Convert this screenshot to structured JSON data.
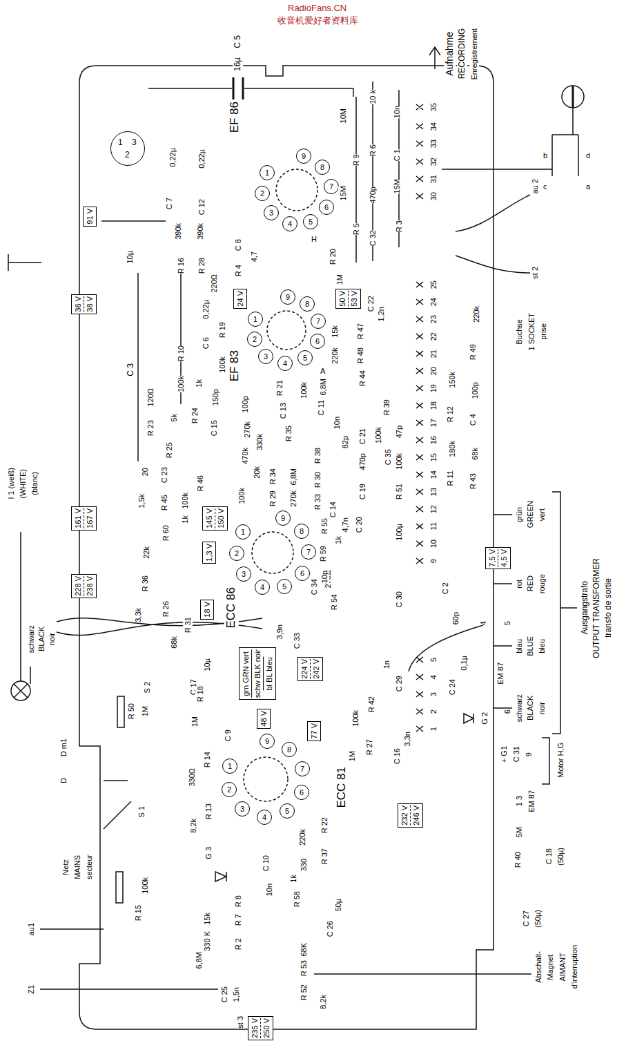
{
  "diagram": {
    "nodes": [
      {
        "text": [
          "91 V"
        ]
      },
      {
        "text": [
          "36 V",
          "38 V"
        ]
      },
      {
        "text": [
          "24 V"
        ]
      },
      {
        "text": [
          "50 V",
          "53 V"
        ]
      },
      {
        "text": [
          "161 V",
          "167 V"
        ]
      },
      {
        "text": [
          "228 V",
          "238 V"
        ]
      },
      {
        "text": [
          "145 V",
          "150 V"
        ]
      },
      {
        "text": [
          "1,3 V"
        ]
      },
      {
        "text": [
          "18 V"
        ]
      },
      {
        "text": [
          "7,5 V",
          "4,5 V"
        ]
      },
      {
        "text": [
          "224 V",
          "242 V"
        ]
      },
      {
        "text": [
          "48 V"
        ]
      },
      {
        "text": [
          "77 V"
        ]
      },
      {
        "text": [
          "232 V",
          "246 V"
        ]
      },
      {
        "text": [
          "235 V",
          "250 V"
        ]
      },
      {
        "text": [
          "grn GRN vert",
          "schw BLK noir",
          "bl BL bleu"
        ]
      },
      {
        "text": [
          "1",
          "3",
          "2"
        ]
      },
      {
        "text": [
          "1"
        ]
      },
      {
        "text": [
          "2"
        ]
      },
      {
        "text": [
          "3"
        ]
      },
      {
        "text": [
          "4"
        ]
      },
      {
        "text": [
          "5"
        ]
      },
      {
        "text": [
          "6"
        ]
      },
      {
        "text": [
          "7"
        ]
      },
      {
        "text": [
          "8"
        ]
      },
      {
        "text": [
          "9"
        ]
      },
      {
        "text": [
          "1"
        ]
      },
      {
        "text": [
          "2"
        ]
      },
      {
        "text": [
          "3"
        ]
      },
      {
        "text": [
          "4"
        ]
      },
      {
        "text": [
          "5"
        ]
      },
      {
        "text": [
          "6"
        ]
      },
      {
        "text": [
          "7"
        ]
      },
      {
        "text": [
          "8"
        ]
      },
      {
        "text": [
          "9"
        ]
      },
      {
        "text": [
          "1"
        ]
      },
      {
        "text": [
          "2"
        ]
      },
      {
        "text": [
          "3"
        ]
      },
      {
        "text": [
          "4"
        ]
      },
      {
        "text": [
          "5"
        ]
      },
      {
        "text": [
          "6"
        ]
      },
      {
        "text": [
          "7"
        ]
      },
      {
        "text": [
          "8"
        ]
      },
      {
        "text": [
          "9"
        ]
      },
      {
        "text": [
          "1"
        ]
      },
      {
        "text": [
          "2"
        ]
      },
      {
        "text": [
          "3"
        ]
      },
      {
        "text": [
          "4"
        ]
      },
      {
        "text": [
          "5"
        ]
      },
      {
        "text": [
          "6"
        ]
      },
      {
        "text": [
          "7"
        ]
      },
      {
        "text": [
          "8"
        ]
      },
      {
        "text": [
          "9"
        ]
      }
    ],
    "labels": [
      "RadioFans.CN",
      "收音机爱好者资料库",
      "Aufnahme",
      "RECORDING",
      "Enregistrement",
      "C 5",
      "16µ",
      "EF 86",
      "10M",
      "R 9",
      "10 k",
      "R 6",
      "10n",
      "C 1",
      "15M",
      "R 5",
      "470p",
      "C 32",
      "15M",
      "R 3",
      "35",
      "34",
      "33",
      "32",
      "31",
      "30",
      "C 7",
      "0,22µ",
      "C 12",
      "0,22µ",
      "390k",
      "R 16",
      "390k",
      "R 28",
      "C 8",
      "4,7",
      "R 4",
      "220Ω",
      "10µ",
      "C 3",
      "R 10",
      "100k",
      "0,22µ",
      "C 6",
      "R 19",
      "100k",
      "R 20",
      "1M",
      "EF 83",
      "H",
      "A",
      "C 22",
      "1,2n",
      "15k",
      "R 47",
      "220k",
      "R 48",
      "6,8M",
      "R 44",
      "100k",
      "R 21",
      "100p",
      "C 13",
      "C 11",
      "10n",
      "270k",
      "R 35",
      "82p",
      "C 21",
      "R 39",
      "100k",
      "C 35",
      "47p",
      "150p",
      "C 15",
      "1k",
      "R 24",
      "120Ω",
      "R 23",
      "5k",
      "R 25",
      "470k",
      "330k",
      "R 38",
      "20k",
      "R 34",
      "6,8M",
      "R 30",
      "100k",
      "R 29",
      "270k",
      "R 33",
      "20",
      "C 23",
      "1,5k",
      "R 45",
      "100k",
      "R 46",
      "C 14",
      "470p",
      "C 19",
      "C 20",
      "4,7n",
      "R 51",
      "100k",
      "R 55",
      "1k",
      "R 59",
      "270Ω",
      "C 30",
      "100µ",
      "ECC 86",
      "R 36",
      "22k",
      "R 60",
      "1k",
      "R 26",
      "3,3k",
      "R 31",
      "68k",
      "C 17",
      "10µ",
      "C 33",
      "3,9n",
      "C 34",
      "10p",
      "R 54",
      "25",
      "24",
      "23",
      "22",
      "21",
      "20",
      "19",
      "18",
      "17",
      "16",
      "15",
      "14",
      "13",
      "12",
      "11",
      "10",
      "9",
      "5",
      "4",
      "3",
      "2",
      "1",
      "R 12",
      "150k",
      "C 4",
      "100p",
      "R 11",
      "180k",
      "R 43",
      "68k",
      "R 49",
      "220k",
      "Buchse",
      "1 SOCKET",
      "prise",
      "au 2",
      "st 2",
      "C 2",
      "60p",
      "grün",
      "GREEN",
      "vert",
      "rot",
      "RED",
      "rouge",
      "blau",
      "BLUE",
      "bleu",
      "schwarz",
      "BLACK",
      "noir",
      "Ausgangstrafo",
      "OUTPUT TRANSFORMER",
      "transfo de sortie",
      "4",
      "5",
      "EM 87",
      "+ G1",
      "C 31",
      "6",
      "9",
      "G 2",
      "C 24",
      "0,1µ",
      "C 29",
      "1n",
      "Motor H,G",
      "1 3",
      "EM 87",
      "R 40",
      "5M",
      "C 18",
      "(50µ)",
      "C 27",
      "(50µ)",
      "R 42",
      "100k",
      "C 16",
      "3,3n",
      "R 27",
      "1M",
      "ECC 81",
      "R 18",
      "1M",
      "C 9",
      "R 14",
      "330Ω",
      "R 13",
      "8,2k",
      "G 3",
      "C 10",
      "10n",
      "R 22",
      "220k",
      "R 37",
      "330",
      "R 58",
      "1k",
      "C 26",
      "50µ",
      "R 8",
      "R 7",
      "15k",
      "330 K",
      "R 2",
      "6,8M",
      "R 53",
      "68K",
      "R 52",
      "8,2k",
      "C 25",
      "1,5n",
      "st 3",
      "R 50",
      "1M",
      "S 2",
      "D m1",
      "D",
      "S 1",
      "Netz",
      "MAINS",
      "secteur",
      "R 15",
      "100k",
      "au1",
      "Z1",
      "l 1 (weiß)",
      "(WHITE)",
      "(blanc)",
      "schwarz",
      "BLACK",
      "noir",
      "b",
      "d",
      "c",
      "a",
      "Abschalt-",
      "Magnet",
      "AIMANT",
      "d'interruption"
    ]
  }
}
